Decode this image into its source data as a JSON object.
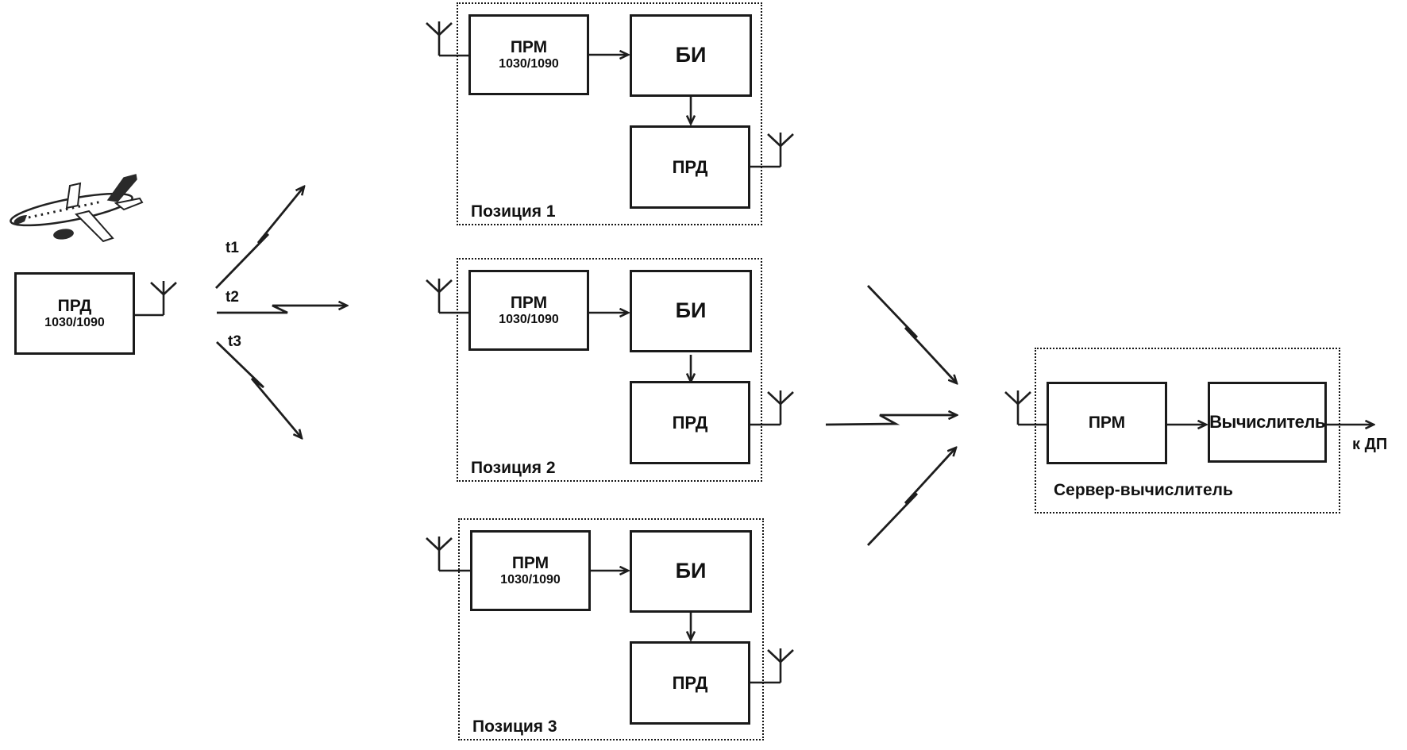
{
  "colors": {
    "line": "#1d1d1d",
    "background": "#ffffff"
  },
  "source": {
    "title": "ПРД",
    "subtitle": "1030/1090",
    "signals": [
      "t1",
      "t2",
      "t3"
    ]
  },
  "positions": [
    {
      "label": "Позиция 1",
      "receiver_title": "ПРМ",
      "receiver_subtitle": "1030/1090",
      "indicator": "БИ",
      "transmitter": "ПРД"
    },
    {
      "label": "Позиция 2",
      "receiver_title": "ПРМ",
      "receiver_subtitle": "1030/1090",
      "indicator": "БИ",
      "transmitter": "ПРД"
    },
    {
      "label": "Позиция 3",
      "receiver_title": "ПРМ",
      "receiver_subtitle": "1030/1090",
      "indicator": "БИ",
      "transmitter": "ПРД"
    }
  ],
  "server": {
    "label": "Сервер-вычислитель",
    "receiver": "ПРМ",
    "computer": "Вычислитель",
    "output": "к ДП"
  },
  "icons": {
    "aircraft": "aircraft-icon",
    "antenna": "antenna-icon",
    "signal": "lightning-arrow-icon",
    "flow": "flow-arrow-icon"
  }
}
